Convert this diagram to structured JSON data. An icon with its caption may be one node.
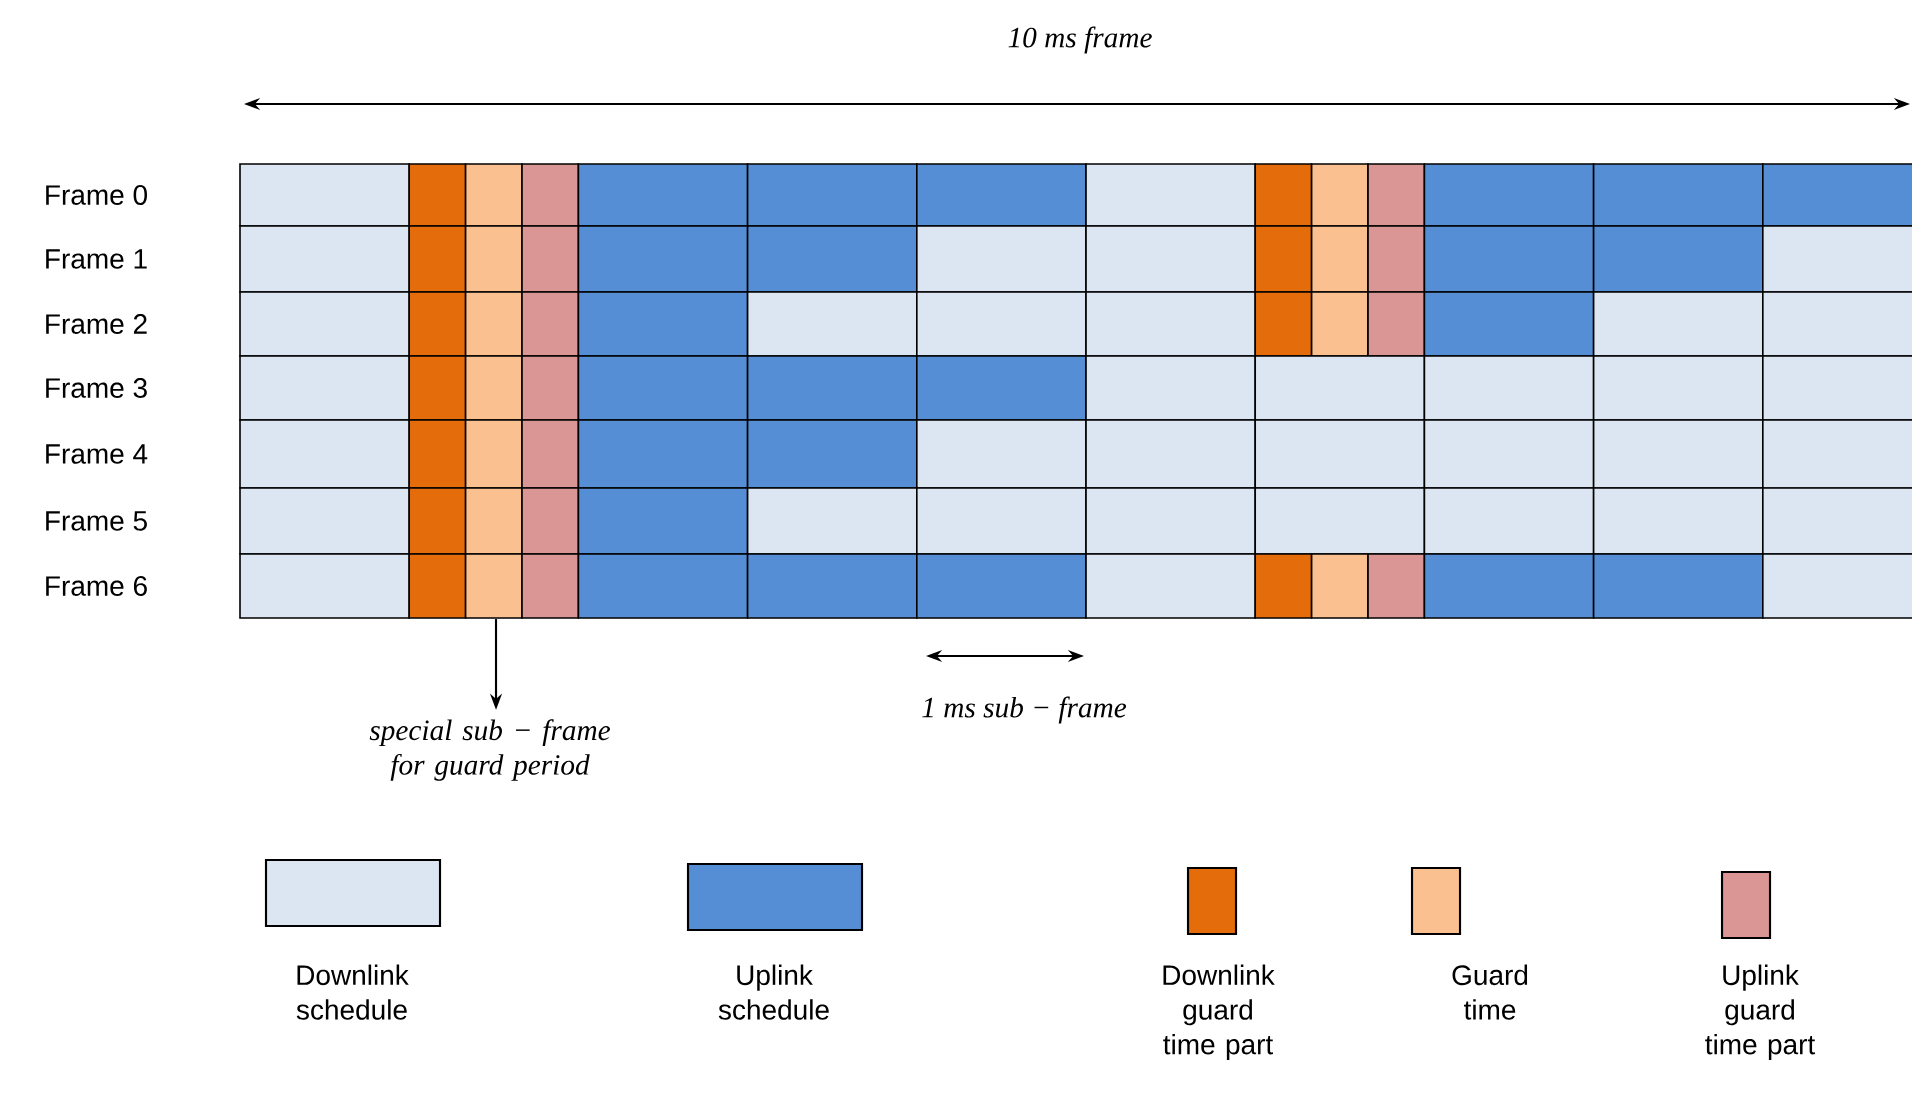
{
  "diagram": {
    "nodes": [
      {
        "text": [
          "Frame 0"
        ]
      },
      {
        "text": [
          "Frame 1"
        ]
      },
      {
        "text": [
          "Frame 2"
        ]
      },
      {
        "text": [
          "Frame 3"
        ]
      },
      {
        "text": [
          "Frame 4"
        ]
      },
      {
        "text": [
          "Frame 5"
        ]
      },
      {
        "text": [
          "Frame 6"
        ]
      },
      {
        "text": [
          "special sub − frame for guard period"
        ]
      }
    ],
    "edges": [
      {
        "from": 6,
        "to": 7,
        "arrow": "to"
      }
    ],
    "labels": [
      "10 ms frame",
      "1 ms sub − frame"
    ],
    "legend": [
      {
        "text": "Downlink schedule",
        "color": "#dce6f2"
      },
      {
        "text": "Uplink schedule",
        "color": "#558ed5"
      },
      {
        "text": "Downlink guard time part",
        "color": "#e46c0a"
      },
      {
        "text": "Guard time",
        "color": "#fac090"
      },
      {
        "text": "Uplink guard time part",
        "color": "#d99694"
      }
    ]
  }
}
